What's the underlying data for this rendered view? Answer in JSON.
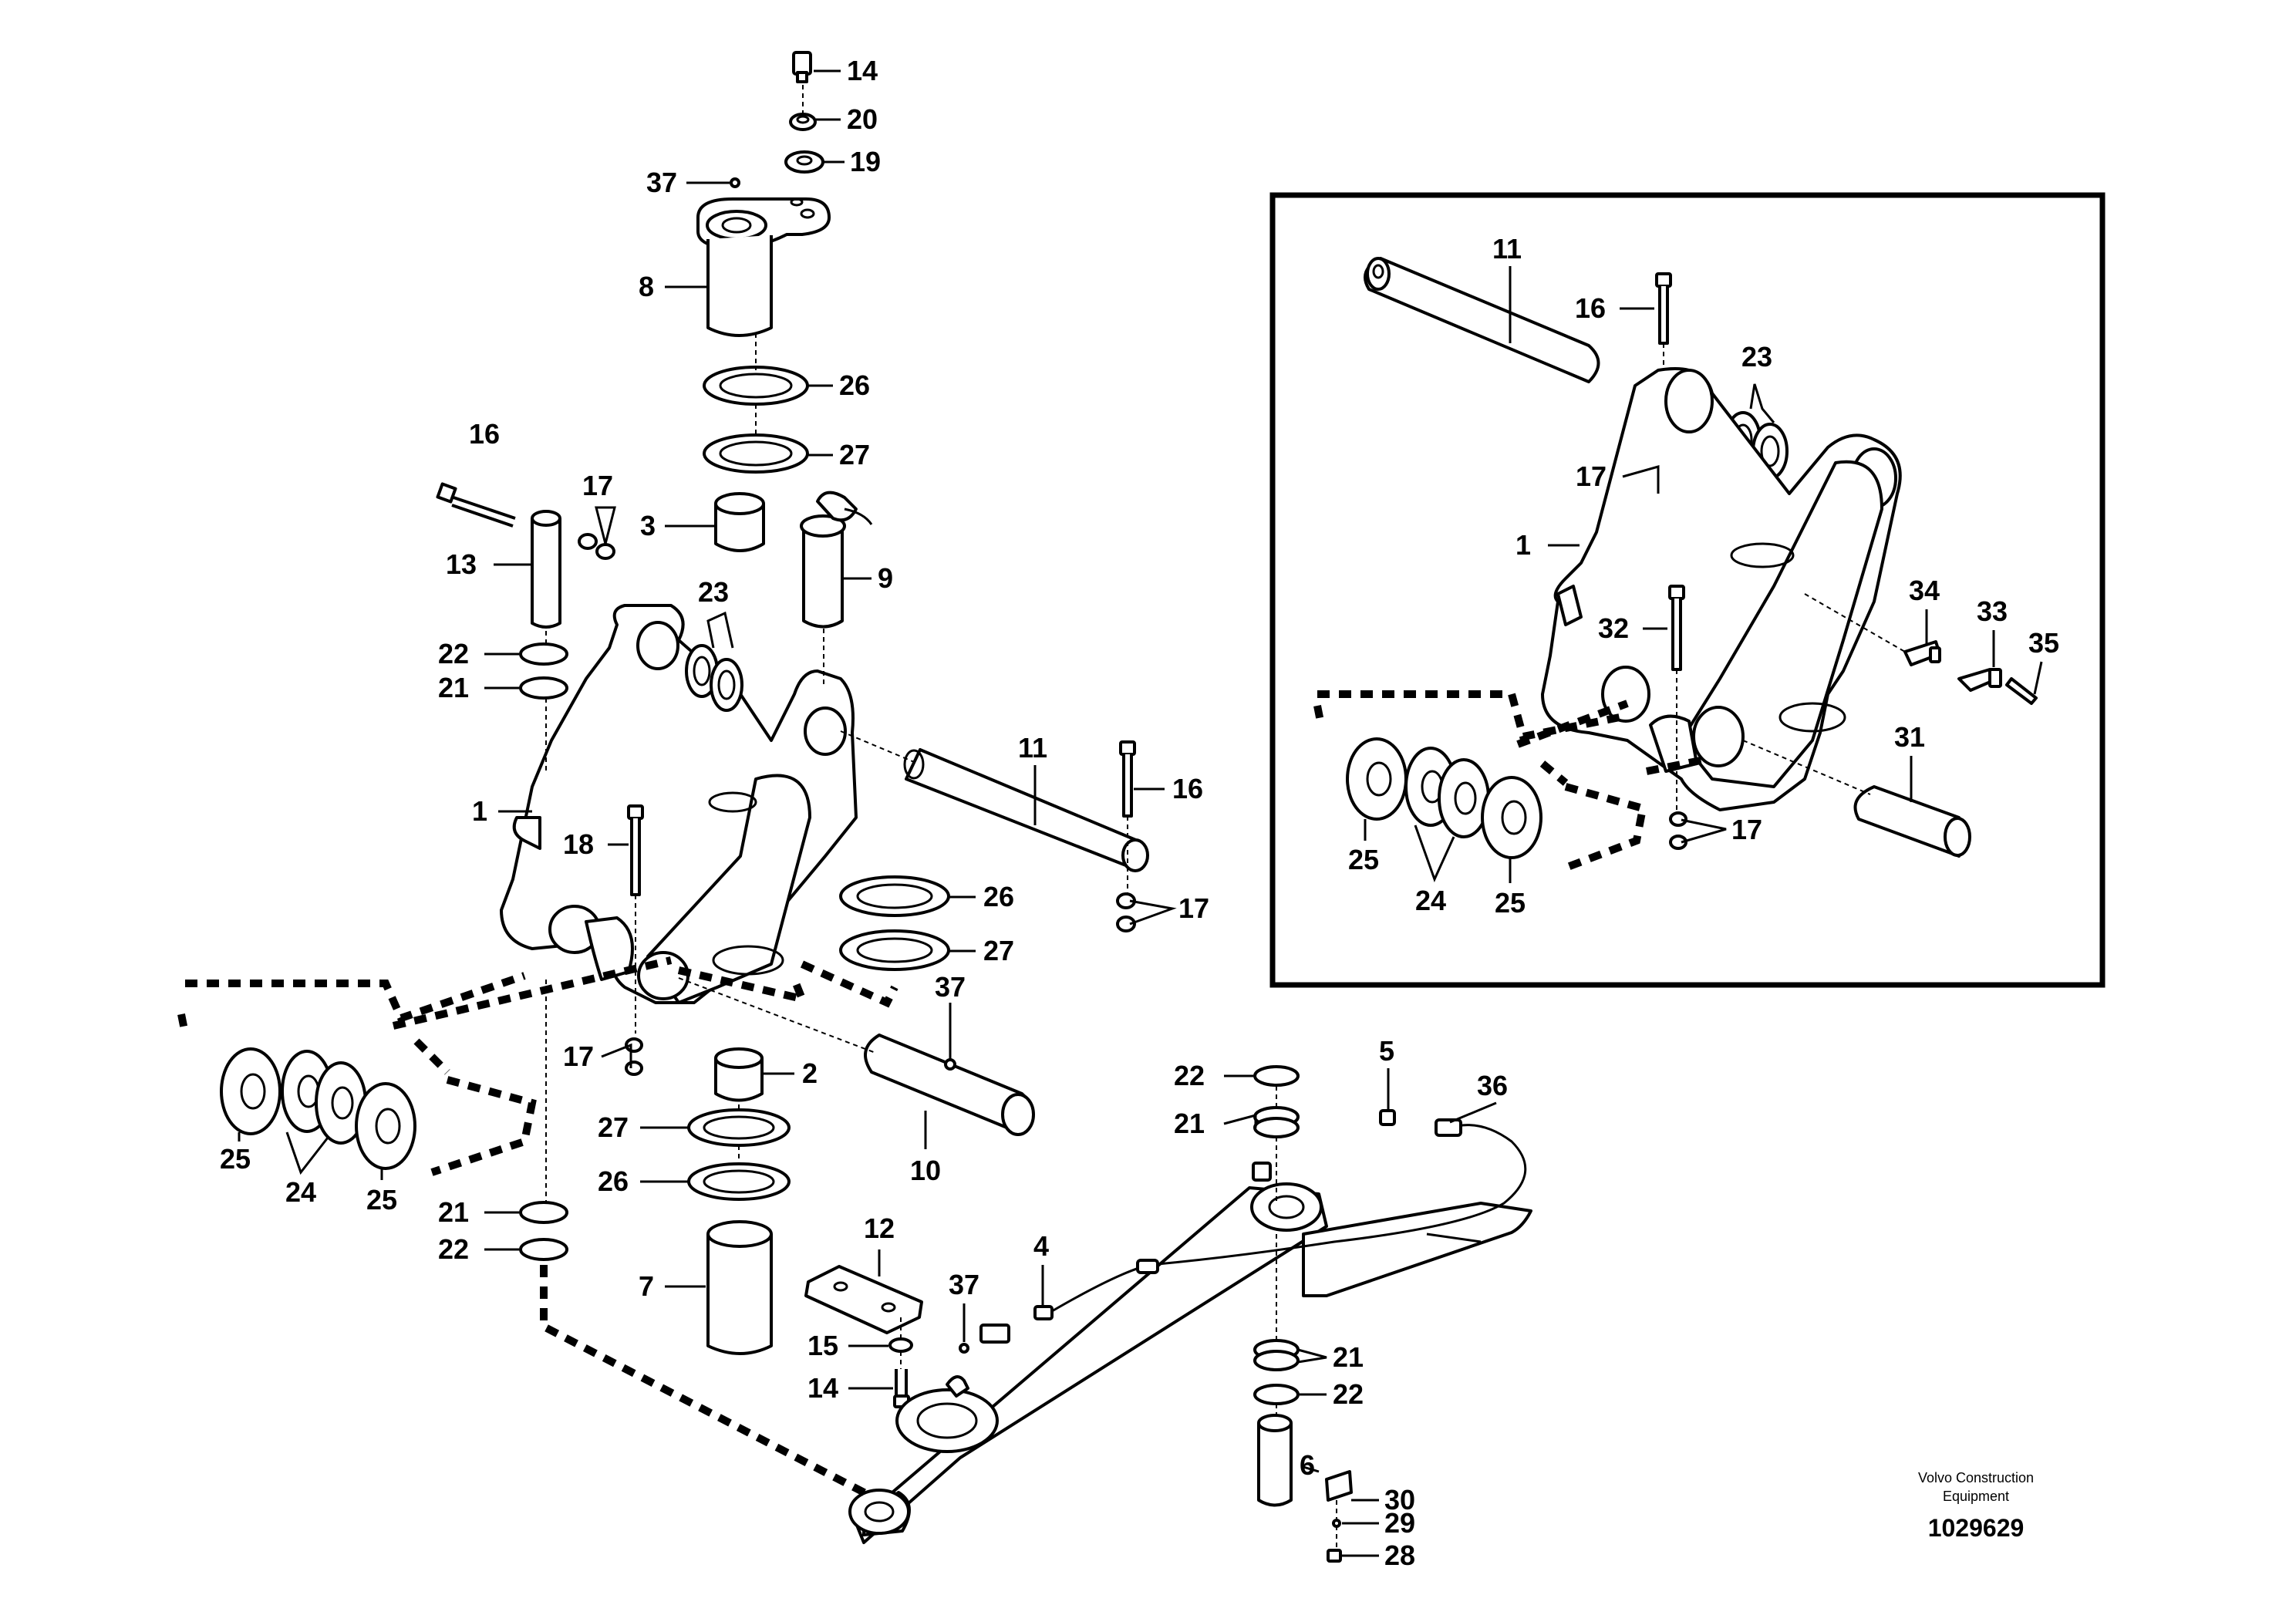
{
  "credit": {
    "line1": "Volvo Construction",
    "line2": "Equipment",
    "drawing_number": "1029629"
  },
  "callouts": {
    "c14_top": "14",
    "c20": "20",
    "c19": "19",
    "c37_top": "37",
    "c8": "8",
    "c26_top": "26",
    "c27_top": "27",
    "c16_left": "16",
    "c17_left": "17",
    "c3": "3",
    "c9": "9",
    "c13": "13",
    "c23_main": "23",
    "c22_left": "22",
    "c21_left": "21",
    "c1_main": "1",
    "c11_main": "11",
    "c16_main": "16",
    "c18": "18",
    "c26_mid": "26",
    "c27_mid": "27",
    "c17_main": "17",
    "c37_mid": "37",
    "c17_bottom": "17",
    "c2": "2",
    "c27_low": "27",
    "c10": "10",
    "c26_low": "26",
    "c25_left": "25",
    "c24_main": "24",
    "c25_right": "25",
    "c21_low": "21",
    "c22_low": "22",
    "c7": "7",
    "c12": "12",
    "c15": "15",
    "c14_low": "14",
    "c37_low": "37",
    "c4": "4",
    "c22_cyl": "22",
    "c21_cyl": "21",
    "c5": "5",
    "c36": "36",
    "c21_cyl_low": "21",
    "c22_cyl_low": "22",
    "c6": "6",
    "c30": "30",
    "c29": "29",
    "c28": "28",
    "i11": "11",
    "i16": "16",
    "i23": "23",
    "i17_top": "17",
    "i1": "1",
    "i34": "34",
    "i33": "33",
    "i35": "35",
    "i32": "32",
    "i31": "31",
    "i17_bottom": "17",
    "i25_left": "25",
    "i24": "24",
    "i25_right": "25"
  }
}
